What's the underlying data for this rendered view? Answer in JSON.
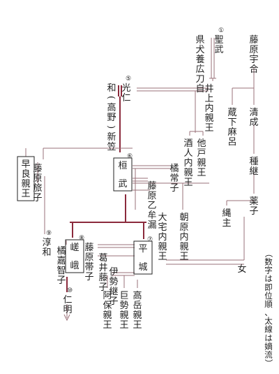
{
  "colors": {
    "text": "#222222",
    "line": "#9a7078",
    "thick": "#8b2a3c",
    "bg": "#ffffff"
  },
  "note": "（数字は即位順、太線は嫡流）",
  "nodes": [
    {
      "id": "fujiwara-umakai",
      "text": "藤原宇合",
      "num": "",
      "boxed": false
    },
    {
      "id": "kiyonari",
      "text": "清成",
      "num": "",
      "boxed": false
    },
    {
      "id": "kurajimaro",
      "text": "蔵下麻呂",
      "num": "",
      "boxed": false
    },
    {
      "id": "tanetsugu",
      "text": "種継",
      "num": "",
      "boxed": false
    },
    {
      "id": "kusuko",
      "text": "薬子",
      "num": "",
      "boxed": false
    },
    {
      "id": "tadanushi",
      "text": "縄主",
      "num": "",
      "boxed": false
    },
    {
      "id": "onna",
      "text": "女",
      "num": "",
      "boxed": false
    },
    {
      "id": "shomu",
      "text": "聖武",
      "num": "①",
      "boxed": false
    },
    {
      "id": "agata-inukai",
      "text": "県犬養広刀自",
      "num": "",
      "boxed": false
    },
    {
      "id": "inoue",
      "text": "井上内親王",
      "num": "",
      "boxed": false
    },
    {
      "id": "osabe",
      "text": "他戸親王",
      "num": "",
      "boxed": false
    },
    {
      "id": "sakahito",
      "text": "酒人内親王",
      "num": "",
      "boxed": false
    },
    {
      "id": "konin",
      "text": "光仁",
      "num": "⑤",
      "boxed": false
    },
    {
      "id": "niikasa",
      "text": "和(高野)新笠",
      "num": "",
      "boxed": false
    },
    {
      "id": "sawara",
      "text": "早良親王",
      "num": "",
      "boxed": true
    },
    {
      "id": "tabiko",
      "text": "藤原旅子",
      "num": "",
      "boxed": false
    },
    {
      "id": "junna",
      "text": "淳和",
      "num": "⑨",
      "boxed": false
    },
    {
      "id": "kanmu",
      "text": "桓武",
      "num": "⑥",
      "boxed": true
    },
    {
      "id": "tachibana-tsuneko",
      "text": "橘常子",
      "num": "",
      "boxed": false
    },
    {
      "id": "otomuro",
      "text": "藤原乙牟漏",
      "num": "",
      "boxed": false
    },
    {
      "id": "oyake",
      "text": "大宅内親王",
      "num": "",
      "boxed": false
    },
    {
      "id": "asahara",
      "text": "朝原内親王",
      "num": "",
      "boxed": false
    },
    {
      "id": "tachibana-kachiko",
      "text": "橘嘉智子",
      "num": "",
      "boxed": false
    },
    {
      "id": "saga",
      "text": "嵯峨",
      "num": "⑧",
      "boxed": true
    },
    {
      "id": "obiko",
      "text": "藤原帯子",
      "num": "",
      "boxed": false
    },
    {
      "id": "heizei",
      "text": "平城",
      "num": "⑦",
      "boxed": true
    },
    {
      "id": "kadoi-fujiko",
      "text": "葛井藤子",
      "num": "",
      "boxed": false
    },
    {
      "id": "ise-tsuguko",
      "text": "伊勢継子",
      "num": "",
      "boxed": false
    },
    {
      "id": "abo",
      "text": "阿保親王",
      "num": "",
      "boxed": false
    },
    {
      "id": "kose",
      "text": "巨勢親王",
      "num": "",
      "boxed": false
    },
    {
      "id": "takaoka",
      "text": "高岳親王",
      "num": "",
      "boxed": false
    },
    {
      "id": "ninmyo",
      "text": "仁明",
      "num": "⑩",
      "boxed": false
    }
  ]
}
